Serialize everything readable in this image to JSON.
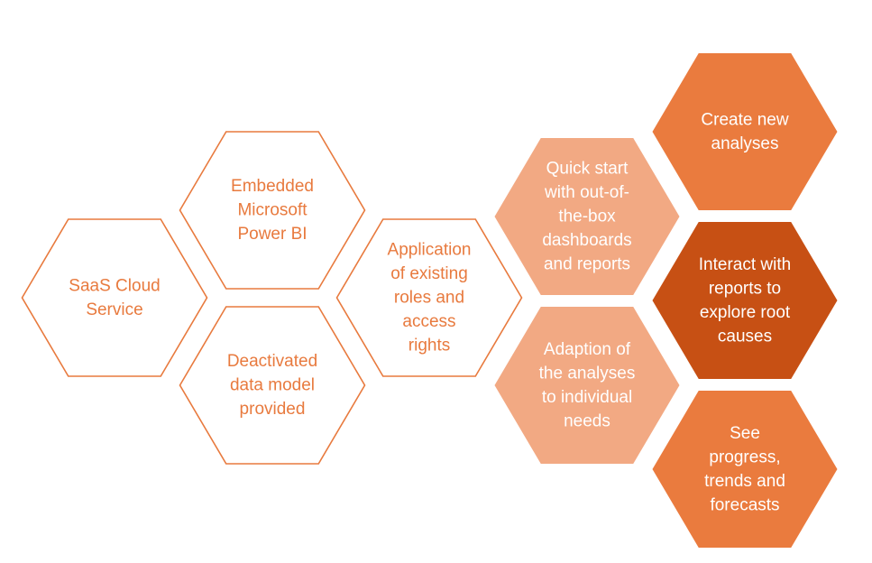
{
  "colors": {
    "outline": "#E87A3E",
    "light": "#F2A983",
    "medium": "#EA7B3E",
    "dark": "#C75014",
    "outline_text": "#E87A3E",
    "filled_text": "#ffffff"
  },
  "hexagons": [
    {
      "id": "saas-cloud-service",
      "style": "outline",
      "lines": [
        "SaaS Cloud",
        "Service"
      ]
    },
    {
      "id": "embedded-power-bi",
      "style": "outline",
      "lines": [
        "Embedded",
        "Microsoft",
        "Power BI"
      ]
    },
    {
      "id": "deactivated-data-model",
      "style": "outline",
      "lines": [
        "Deactivated",
        "data model",
        "provided"
      ]
    },
    {
      "id": "existing-roles",
      "style": "outline",
      "lines": [
        "Application",
        "of existing",
        "roles and",
        "access",
        "rights"
      ]
    },
    {
      "id": "quick-start",
      "style": "light",
      "lines": [
        "Quick start",
        "with out-of-",
        "the-box",
        "dashboards",
        "and reports"
      ]
    },
    {
      "id": "adaption",
      "style": "light",
      "lines": [
        "Adaption of",
        "the analyses",
        "to individual",
        "needs"
      ]
    },
    {
      "id": "create-analyses",
      "style": "medium",
      "lines": [
        "Create new",
        "analyses"
      ]
    },
    {
      "id": "interact-reports",
      "style": "dark",
      "lines": [
        "Interact with",
        "reports to",
        "explore root",
        "causes"
      ]
    },
    {
      "id": "see-progress",
      "style": "medium",
      "lines": [
        "See",
        "progress,",
        "trends and",
        "forecasts"
      ]
    }
  ]
}
